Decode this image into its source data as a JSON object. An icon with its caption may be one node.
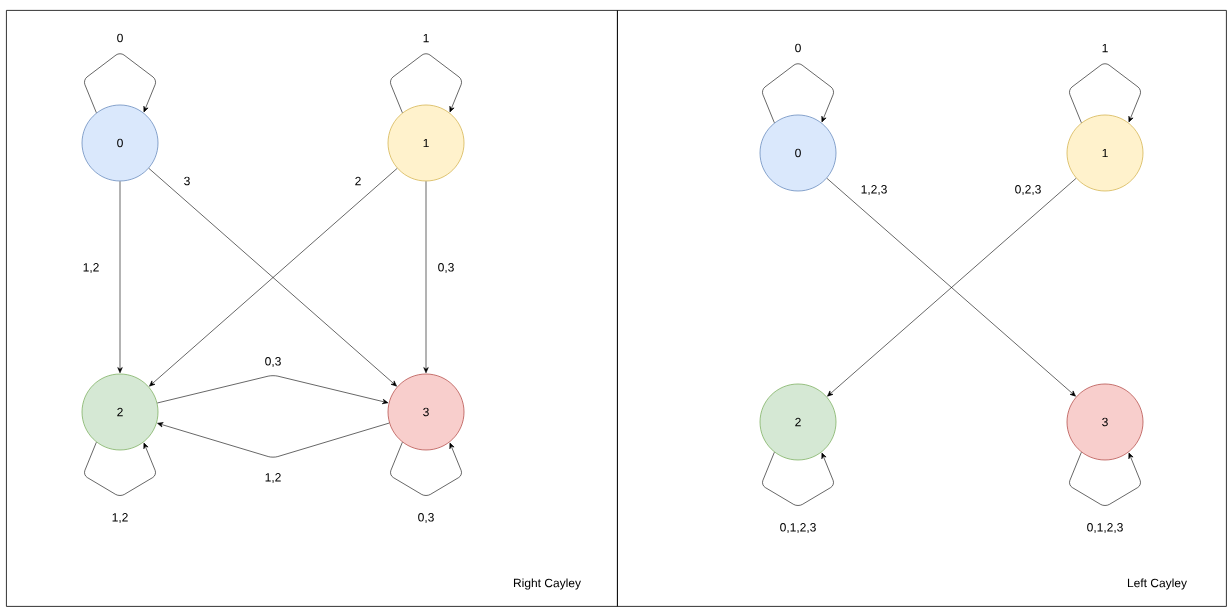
{
  "diagram": {
    "nodes": [
      {
        "text": [
          "Right Cayley"
        ]
      },
      {
        "text": [
          "0"
        ],
        "in": 0
      },
      {
        "text": [
          "1"
        ],
        "in": 0
      },
      {
        "text": [
          "2"
        ],
        "in": 0
      },
      {
        "text": [
          "3"
        ],
        "in": 0
      },
      {
        "text": [
          "Left Cayley"
        ]
      },
      {
        "text": [
          "0"
        ],
        "in": 5
      },
      {
        "text": [
          "1"
        ],
        "in": 5
      },
      {
        "text": [
          "2"
        ],
        "in": 5
      },
      {
        "text": [
          "3"
        ],
        "in": 5
      }
    ],
    "edges": [
      {
        "from": 1,
        "to": 1,
        "arrow": "to",
        "label": "0"
      },
      {
        "from": 2,
        "to": 2,
        "arrow": "to",
        "label": "1"
      },
      {
        "from": 3,
        "to": 3,
        "arrow": "to",
        "label": "1,2"
      },
      {
        "from": 4,
        "to": 4,
        "arrow": "to",
        "label": "0,3"
      },
      {
        "from": 1,
        "to": 3,
        "arrow": "to",
        "label": "1,2"
      },
      {
        "from": 1,
        "to": 4,
        "arrow": "to",
        "label": "3"
      },
      {
        "from": 2,
        "to": 3,
        "arrow": "to",
        "label": "2"
      },
      {
        "from": 2,
        "to": 4,
        "arrow": "to",
        "label": "0,3"
      },
      {
        "from": 3,
        "to": 4,
        "arrow": "to",
        "label": "0,3"
      },
      {
        "from": 4,
        "to": 3,
        "arrow": "to",
        "label": "1,2"
      },
      {
        "from": 6,
        "to": 6,
        "arrow": "to",
        "label": "0"
      },
      {
        "from": 7,
        "to": 7,
        "arrow": "to",
        "label": "1"
      },
      {
        "from": 8,
        "to": 8,
        "arrow": "to",
        "label": "0,1,2,3"
      },
      {
        "from": 9,
        "to": 9,
        "arrow": "to",
        "label": "0,1,2,3"
      },
      {
        "from": 6,
        "to": 9,
        "arrow": "to",
        "label": "1,2,3"
      },
      {
        "from": 7,
        "to": 8,
        "arrow": "to",
        "label": "0,2,3"
      }
    ]
  }
}
